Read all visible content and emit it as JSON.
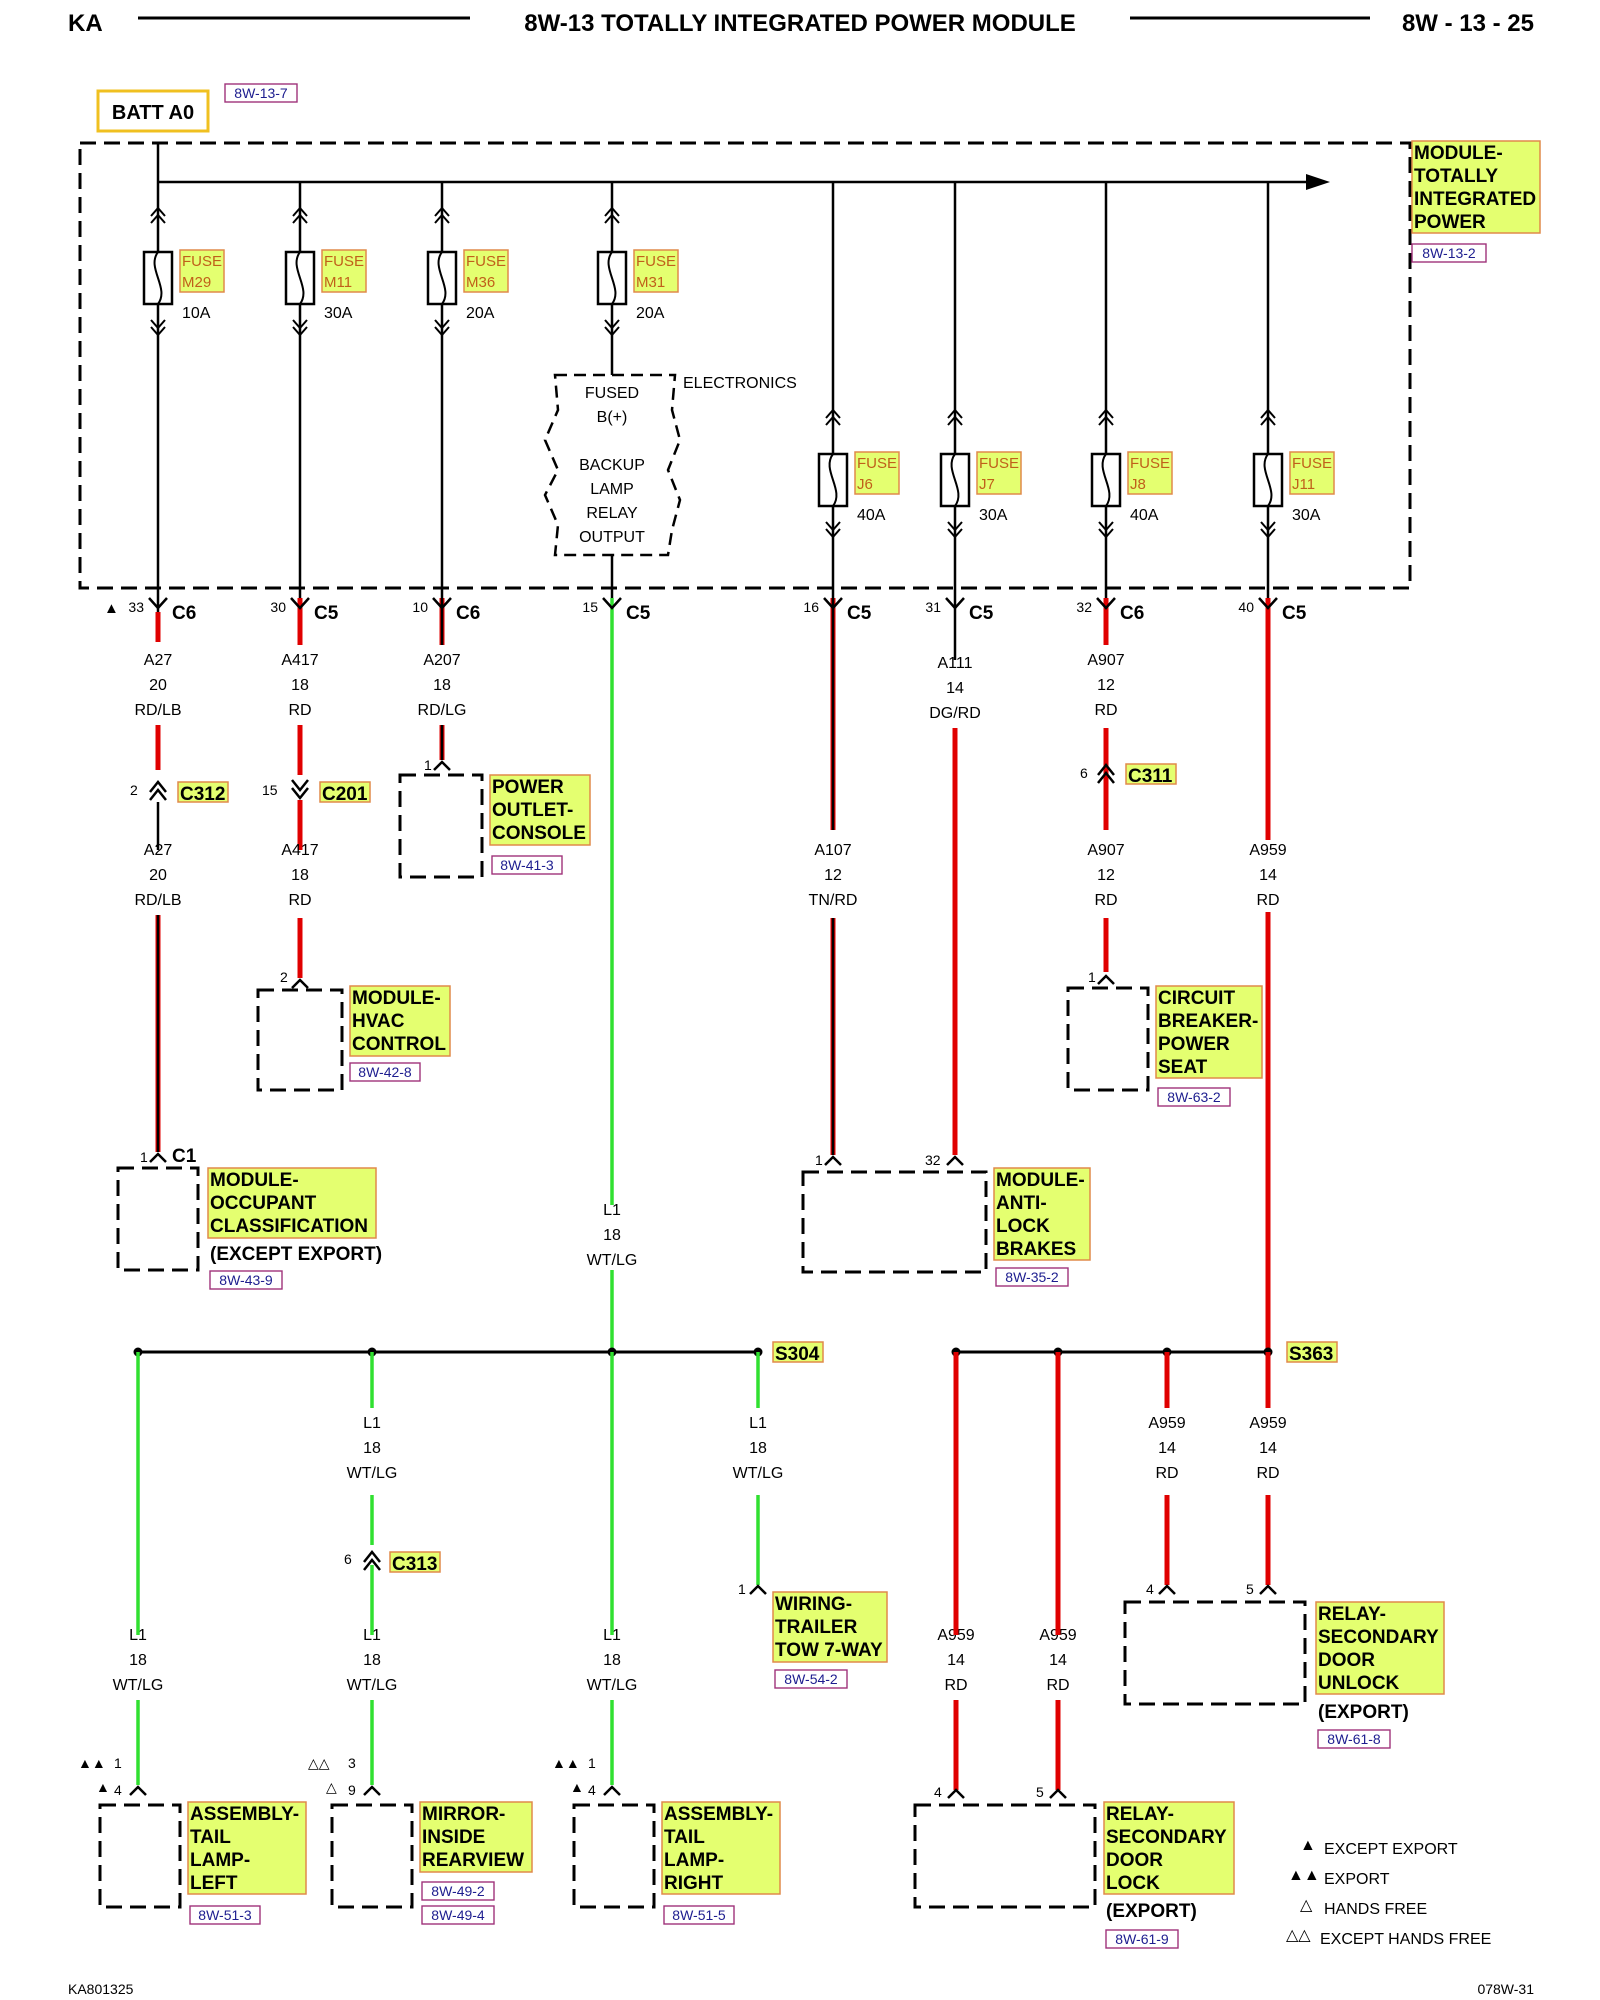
{
  "header": {
    "left": "KA",
    "title": "8W-13 TOTALLY INTEGRATED POWER MODULE",
    "right": "8W - 13 - 25"
  },
  "footer": {
    "left": "KA801325",
    "right": "078W-31"
  },
  "batt": {
    "label": "BATT A0",
    "ref": "8W-13-7"
  },
  "module": {
    "lines": [
      "MODULE-",
      "TOTALLY",
      "INTEGRATED",
      "POWER"
    ],
    "ref": "8W-13-2"
  },
  "fuses": [
    {
      "word": "FUSE",
      "name": "M29",
      "rating": "10A"
    },
    {
      "word": "FUSE",
      "name": "M11",
      "rating": "30A"
    },
    {
      "word": "FUSE",
      "name": "M36",
      "rating": "20A"
    },
    {
      "word": "FUSE",
      "name": "M31",
      "rating": "20A"
    },
    {
      "word": "FUSE",
      "name": "J6",
      "rating": "40A"
    },
    {
      "word": "FUSE",
      "name": "J7",
      "rating": "30A"
    },
    {
      "word": "FUSE",
      "name": "J8",
      "rating": "40A"
    },
    {
      "word": "FUSE",
      "name": "J11",
      "rating": "30A"
    }
  ],
  "electronics": {
    "label": "ELECTRONICS",
    "lines": [
      "FUSED",
      "B(+)",
      "BACKUP",
      "LAMP",
      "RELAY",
      "OUTPUT"
    ]
  },
  "module_connectors": [
    {
      "pin": "33",
      "conn": "C6",
      "mark": "▲"
    },
    {
      "pin": "30",
      "conn": "C5"
    },
    {
      "pin": "10",
      "conn": "C6"
    },
    {
      "pin": "15",
      "conn": "C5"
    },
    {
      "pin": "16",
      "conn": "C5"
    },
    {
      "pin": "31",
      "conn": "C5"
    },
    {
      "pin": "32",
      "conn": "C6"
    },
    {
      "pin": "40",
      "conn": "C5"
    }
  ],
  "wire_labels": {
    "a27_top": [
      "A27",
      "20",
      "RD/LB"
    ],
    "a27_bot": [
      "A27",
      "20",
      "RD/LB"
    ],
    "a417_top": [
      "A417",
      "18",
      "RD"
    ],
    "a417_bot": [
      "A417",
      "18",
      "RD"
    ],
    "a207": [
      "A207",
      "18",
      "RD/LG"
    ],
    "l1_mid": [
      "L1",
      "18",
      "WT/LG"
    ],
    "a107": [
      "A107",
      "12",
      "TN/RD"
    ],
    "a111": [
      "A111",
      "14",
      "DG/RD"
    ],
    "a907_top": [
      "A907",
      "12",
      "RD"
    ],
    "a907_bot": [
      "A907",
      "12",
      "RD"
    ],
    "a959_mid": [
      "A959",
      "14",
      "RD"
    ],
    "l1_b2_top": [
      "L1",
      "18",
      "WT/LG"
    ],
    "l1_b4": [
      "L1",
      "18",
      "WT/LG"
    ],
    "l1_b1": [
      "L1",
      "18",
      "WT/LG"
    ],
    "l1_b2_bot": [
      "L1",
      "18",
      "WT/LG"
    ],
    "l1_b3": [
      "L1",
      "18",
      "WT/LG"
    ],
    "a959_r3": [
      "A959",
      "14",
      "RD"
    ],
    "a959_r4": [
      "A959",
      "14",
      "RD"
    ],
    "a959_r1": [
      "A959",
      "14",
      "RD"
    ],
    "a959_r2": [
      "A959",
      "14",
      "RD"
    ]
  },
  "inline_connectors": {
    "c312": {
      "pin": "2",
      "name": "C312"
    },
    "c201": {
      "pin": "15",
      "name": "C201"
    },
    "c311": {
      "pin": "6",
      "name": "C311"
    },
    "c313": {
      "pin": "6",
      "name": "C313"
    }
  },
  "splices": {
    "s304": "S304",
    "s363": "S363"
  },
  "components": {
    "power_outlet": {
      "pin": "1",
      "lines": [
        "POWER",
        "OUTLET-",
        "CONSOLE"
      ],
      "ref": "8W-41-3"
    },
    "hvac": {
      "pin": "2",
      "lines": [
        "MODULE-",
        "HVAC",
        "CONTROL"
      ],
      "ref": "8W-42-8"
    },
    "occupant": {
      "pin": "1",
      "conn": "C1",
      "lines": [
        "MODULE-",
        "OCCUPANT",
        "CLASSIFICATION"
      ],
      "note": "(EXCEPT EXPORT)",
      "ref": "8W-43-9"
    },
    "abs": {
      "pin_a": "1",
      "pin_b": "32",
      "lines": [
        "MODULE-",
        "ANTI-",
        "LOCK",
        "BRAKES"
      ],
      "ref": "8W-35-2"
    },
    "circuit_breaker": {
      "pin": "1",
      "lines": [
        "CIRCUIT",
        "BREAKER-",
        "POWER",
        "SEAT"
      ],
      "ref": "8W-63-2"
    },
    "trailer": {
      "pin": "1",
      "lines": [
        "WIRING-",
        "TRAILER",
        "TOW 7-WAY"
      ],
      "ref": "8W-54-2"
    },
    "relay_unlock": {
      "pin_a": "4",
      "pin_b": "5",
      "lines": [
        "RELAY-",
        "SECONDARY",
        "DOOR",
        "UNLOCK"
      ],
      "note": "(EXPORT)",
      "ref": "8W-61-8"
    },
    "tail_left": {
      "pin_a": "1",
      "pin_b": "4",
      "mark_a": "▲▲",
      "mark_b": "▲",
      "lines": [
        "ASSEMBLY-",
        "TAIL",
        "LAMP-",
        "LEFT"
      ],
      "ref": "8W-51-3"
    },
    "mirror": {
      "pin_a": "3",
      "pin_b": "9",
      "mark_a": "△△",
      "mark_b": "△",
      "lines": [
        "MIRROR-",
        "INSIDE",
        "REARVIEW"
      ],
      "ref_a": "8W-49-2",
      "ref_b": "8W-49-4"
    },
    "tail_right": {
      "pin_a": "1",
      "pin_b": "4",
      "mark_a": "▲▲",
      "mark_b": "▲",
      "lines": [
        "ASSEMBLY-",
        "TAIL",
        "LAMP-",
        "RIGHT"
      ],
      "ref": "8W-51-5"
    },
    "relay_lock": {
      "pin_a": "4",
      "pin_b": "5",
      "lines": [
        "RELAY-",
        "SECONDARY",
        "DOOR",
        "LOCK"
      ],
      "note": "(EXPORT)",
      "ref": "8W-61-9"
    }
  },
  "legend": [
    {
      "symbol": "▲",
      "text": "EXCEPT EXPORT"
    },
    {
      "symbol": "▲▲",
      "text": "EXPORT"
    },
    {
      "symbol": "△",
      "text": "HANDS FREE"
    },
    {
      "symbol": "△△",
      "text": "EXCEPT HANDS FREE"
    }
  ],
  "colors": {
    "red_wire": "#e00000",
    "green_wire": "#30e030",
    "highlight": "#e4ff70",
    "ref_link": "#1d1d8f"
  }
}
